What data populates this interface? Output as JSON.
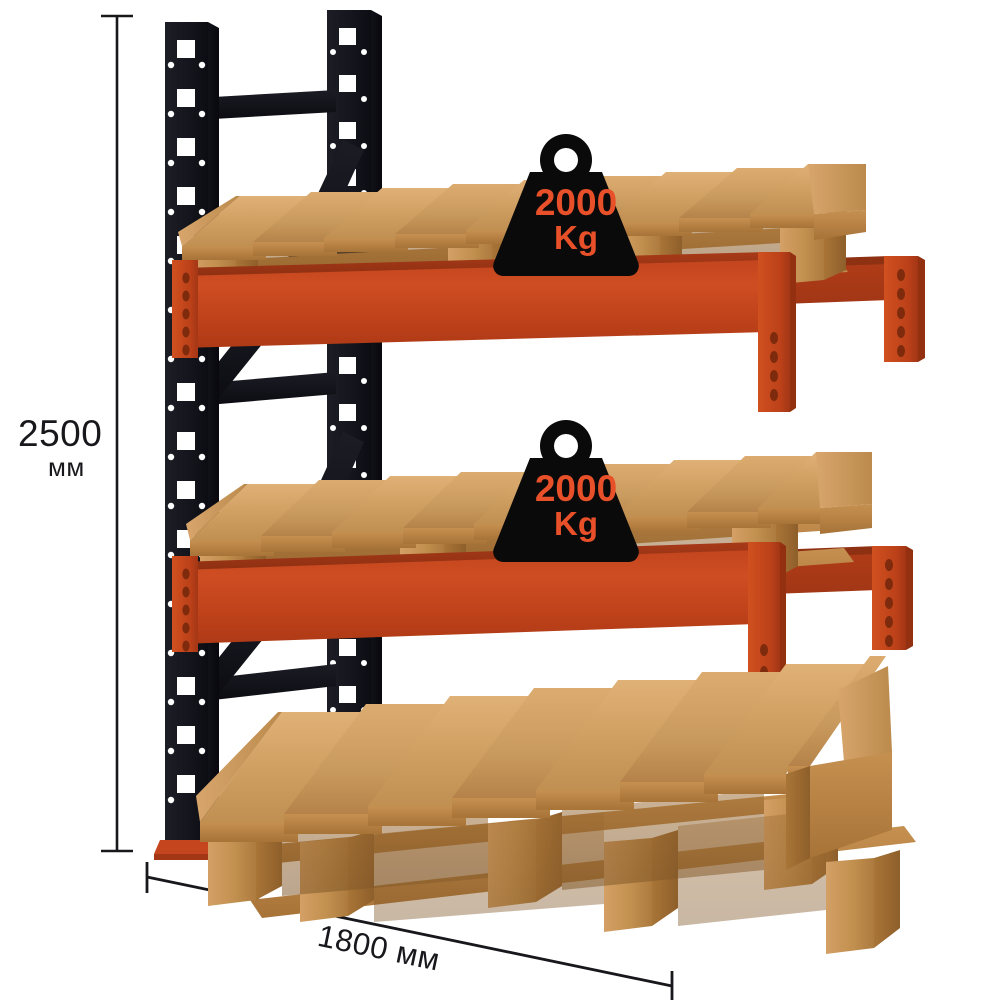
{
  "diagram": {
    "title": "Pallet racking bay with loaded pallets",
    "background_color": "#ffffff"
  },
  "dimensions": {
    "height": {
      "value": "2500",
      "unit": "мм",
      "orientation": "vertical",
      "side": "left"
    },
    "width": {
      "value": "1800",
      "unit": "мм",
      "label": "1800 мм",
      "orientation": "horizontal",
      "side": "bottom"
    },
    "line_color": "#18181c"
  },
  "load_badges": [
    {
      "quantity": "2000",
      "unit": "Kg",
      "level": "top-shelf",
      "body_color": "#0a0a0a",
      "text_color": "#e8502a"
    },
    {
      "quantity": "2000",
      "unit": "Kg",
      "level": "middle-shelf",
      "body_color": "#0a0a0a",
      "text_color": "#e8502a"
    }
  ],
  "colors": {
    "frame_black": "#1b1b23",
    "frame_black_dark": "#101018",
    "beam_orange": "#c5461e",
    "beam_orange_light": "#d9542a",
    "beam_orange_dark": "#a03618",
    "wood_light": "#dcaa6e",
    "wood_mid": "#c9934f",
    "wood_dark": "#ab7739",
    "wood_shadow": "#8d5f2c"
  },
  "components": {
    "upright_frame": "perforated black steel uprights with horizontal and diagonal bracing",
    "beams": "orange load beams with tear-drop connector plates",
    "pallets": "three wooden euro-style block pallets"
  }
}
